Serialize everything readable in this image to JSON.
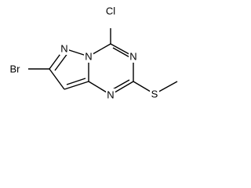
{
  "molecule": {
    "atoms": {
      "chlorine": "Cl",
      "bromine": "Br",
      "nitrogen_bridge": "N",
      "nitrogen_pyrazole": "N",
      "nitrogen_upper_right": "N",
      "nitrogen_lower": "N",
      "sulfur": "S"
    }
  }
}
